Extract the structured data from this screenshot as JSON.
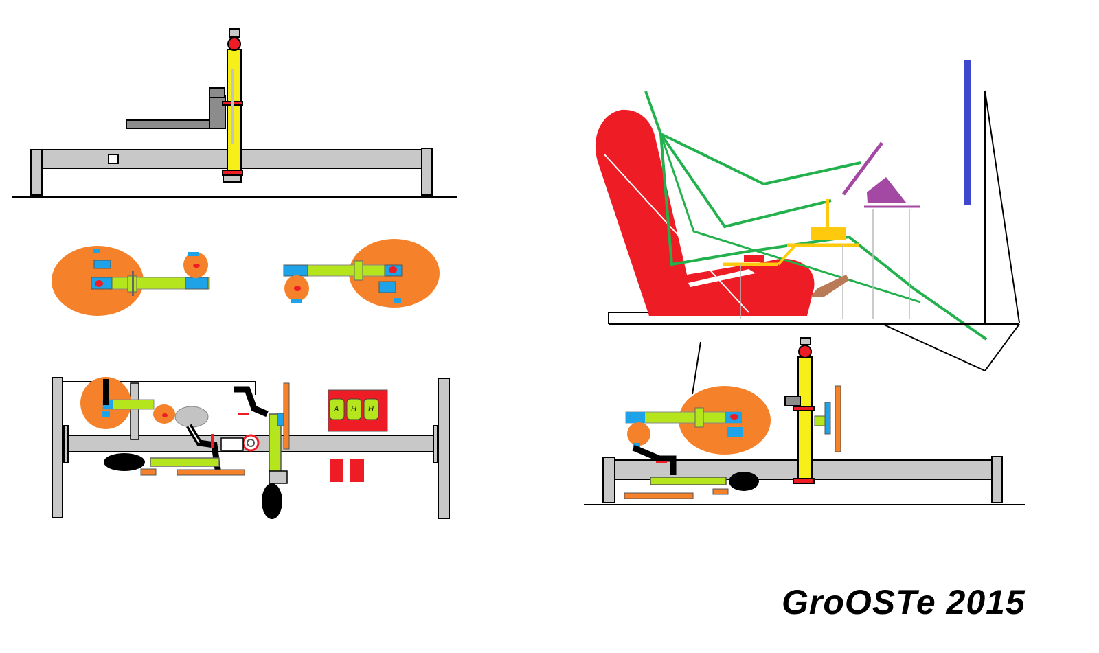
{
  "signature": "GroOSTe 2015",
  "panel_labels": [
    "A",
    "H",
    "H"
  ],
  "colors": {
    "frame": "#c8c8c8",
    "column": "#f7ef1a",
    "seat": "#ee1c24",
    "motor_plate": "#f5822a",
    "arm": "#b5e61d",
    "bracket": "#1ea3e8",
    "body_line": "#22b14c",
    "steering": "#a349a4",
    "monitor": "#3f48cc",
    "pedal": "#b97a57",
    "keyboard": "#ffc90e"
  }
}
